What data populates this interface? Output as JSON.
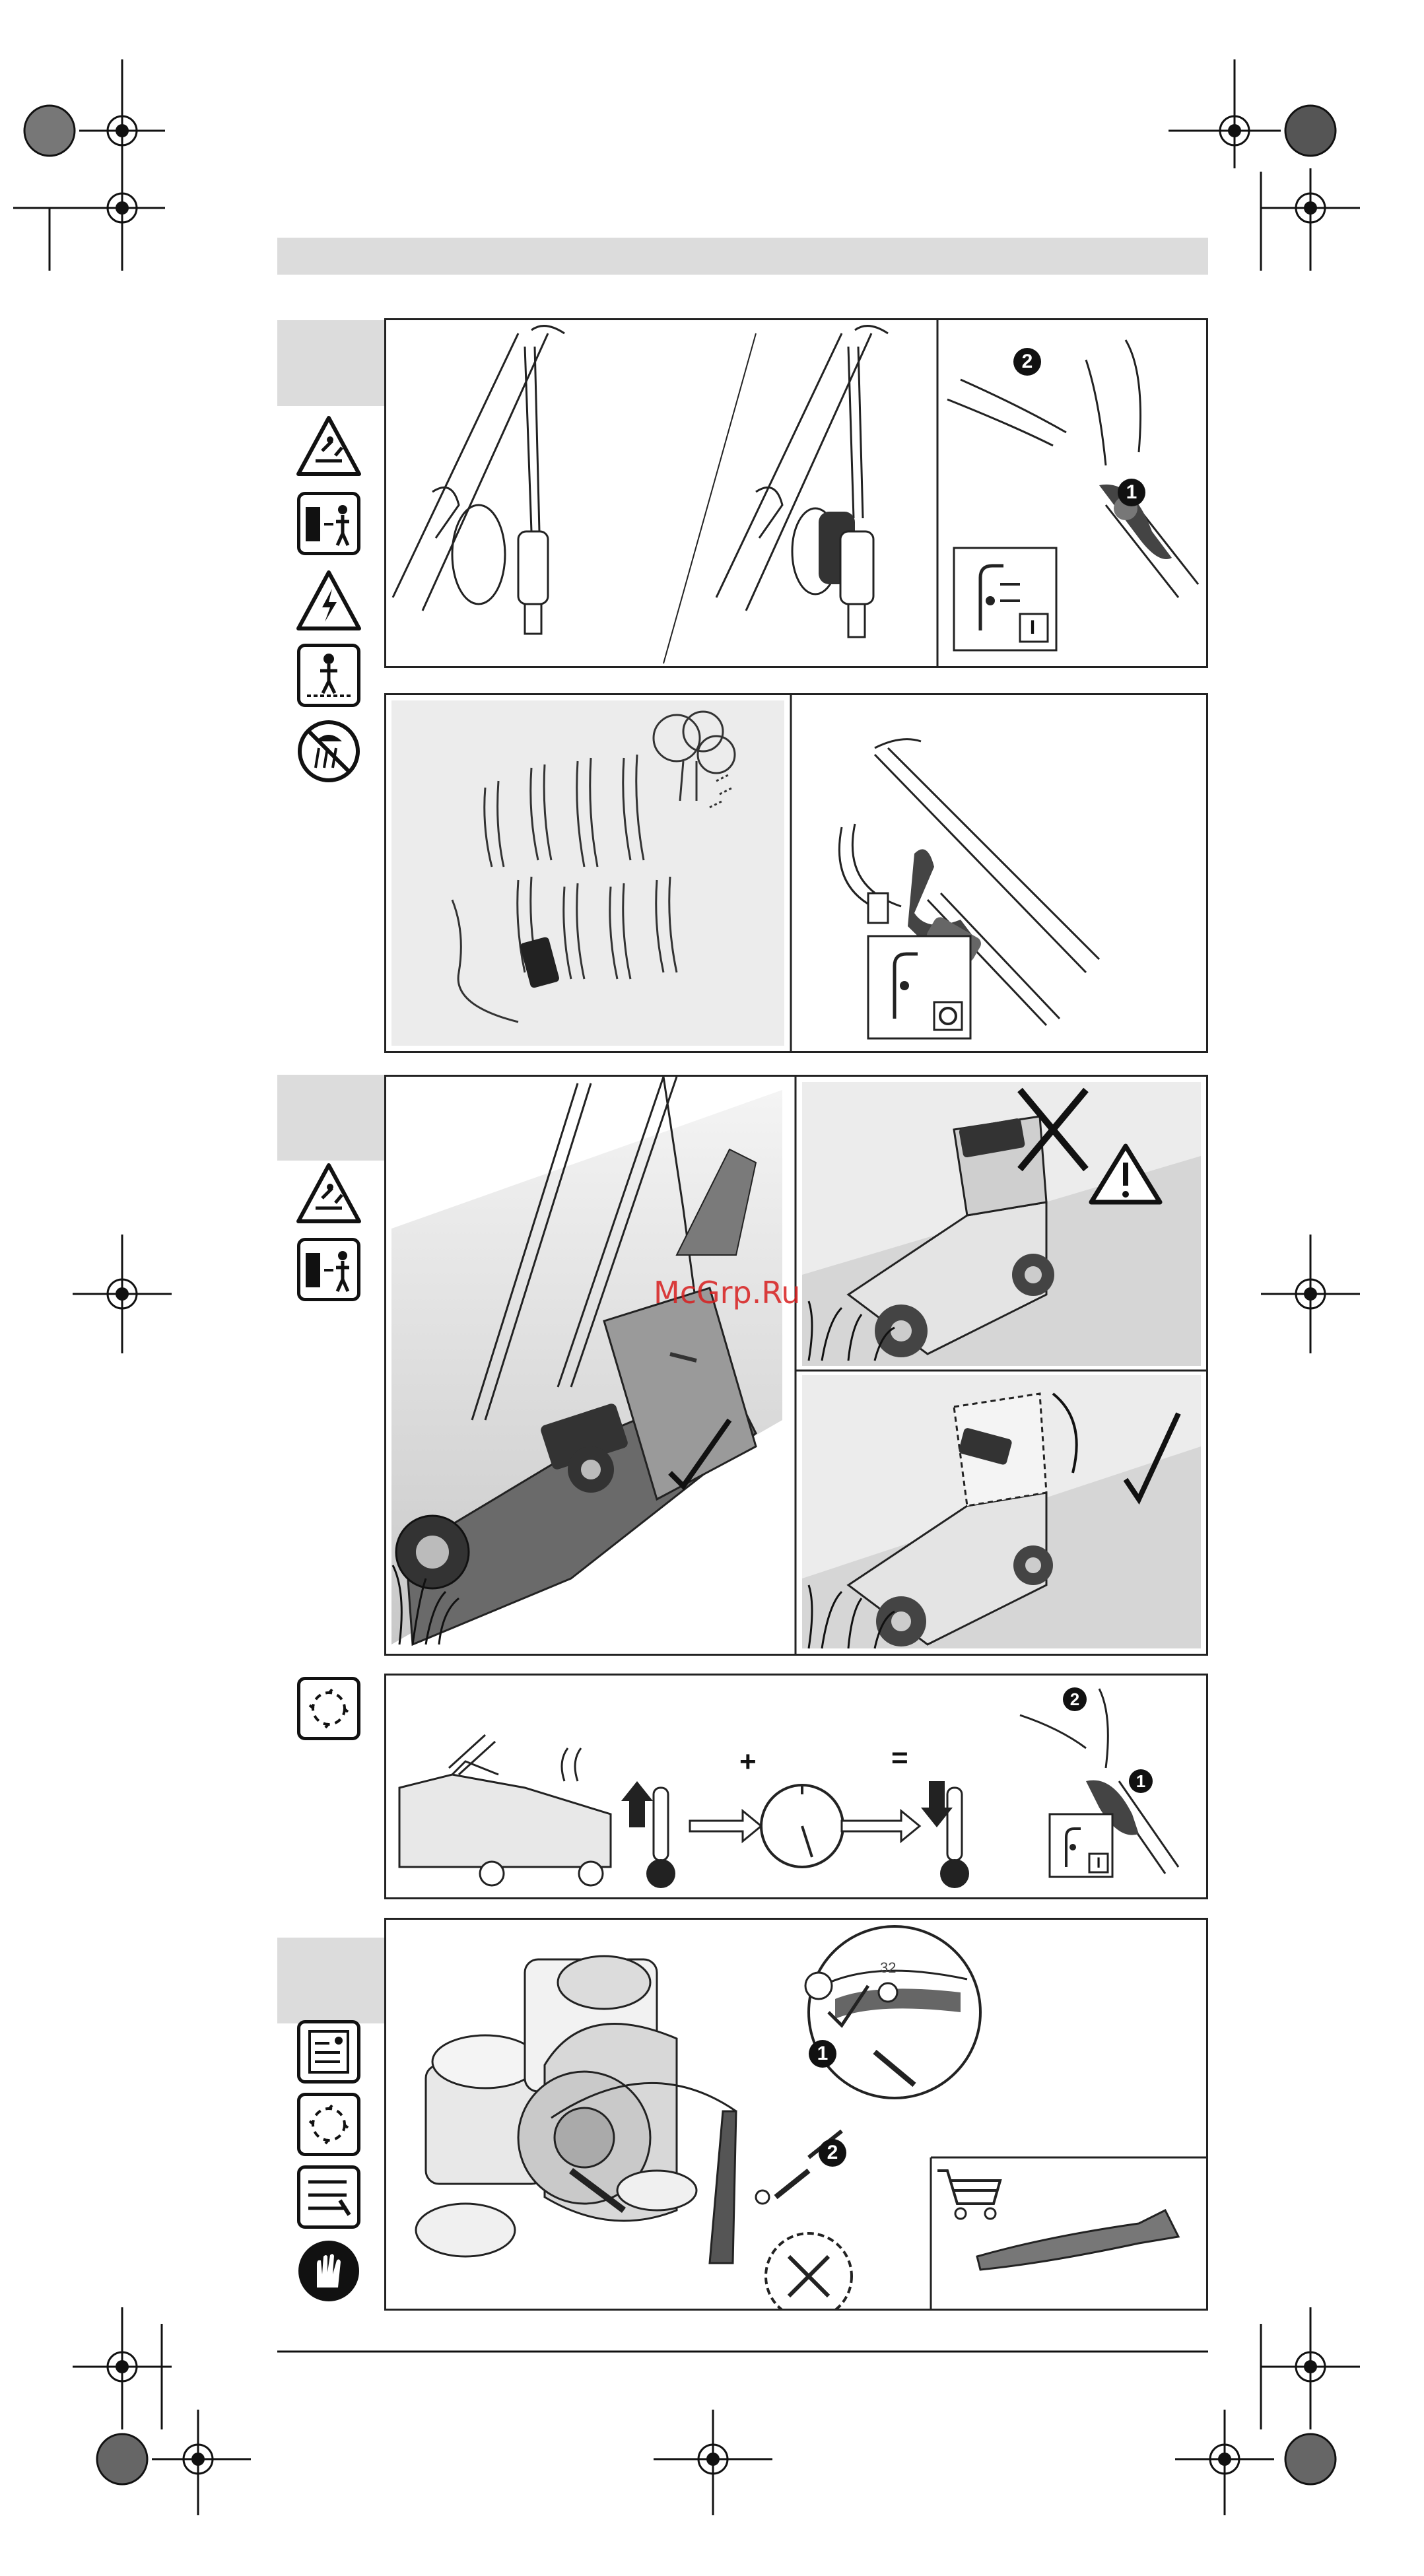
{
  "watermark": "McGrp.Ru",
  "formula": {
    "plus": "+",
    "equals": "="
  },
  "steps": {
    "one": "1",
    "two": "2"
  },
  "switch_symbols": {
    "on": "I",
    "off": "O"
  },
  "blade_marking": "32",
  "icons": {
    "col1": [
      "flying-debris-warning-icon",
      "keep-distance-icon",
      "electric-shock-warning-icon",
      "operator-position-icon",
      "no-rain-icon"
    ],
    "col2": [
      "flying-debris-warning-icon",
      "keep-distance-icon"
    ],
    "col3": [
      "blade-stop-icon"
    ],
    "col4": [
      "read-manual-icon",
      "blade-stop-icon",
      "maintenance-tools-icon",
      "wear-gloves-icon"
    ]
  },
  "colors": {
    "line": "#222222",
    "tab": "#dcdcdc",
    "panel_fill": "#ececec",
    "watermark": "#d81e1e"
  }
}
